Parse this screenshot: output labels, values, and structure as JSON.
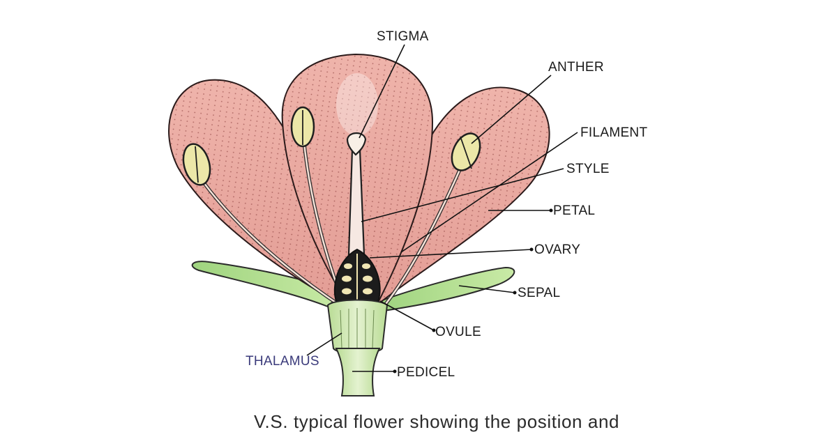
{
  "labels": {
    "stigma": "STIGMA",
    "anther": "ANTHER",
    "filament": "FILAMENT",
    "style": "STYLE",
    "petal": "PETAL",
    "ovary": "OVARY",
    "sepal": "SEPAL",
    "ovule": "OVULE",
    "thalamus": "THALAMUS",
    "pedicel": "PEDICEL"
  },
  "caption": "V.S. typical flower showing the position and",
  "colors": {
    "petal": "#e9a8a0",
    "petal_edge": "#2a1a1a",
    "sepal": "#a8d88a",
    "anther": "#ece7a8",
    "stem": "#cfe6b0",
    "ovary": "#1c1c1c"
  }
}
